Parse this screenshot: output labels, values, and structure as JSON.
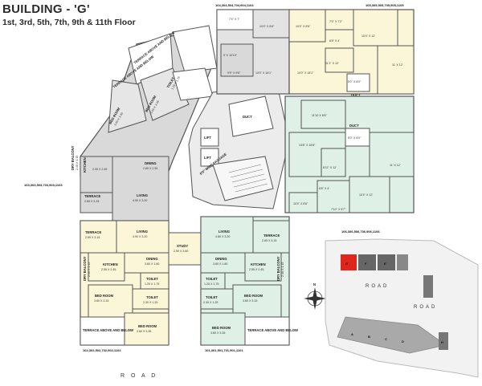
{
  "header": {
    "title": "BUILDING - 'G'",
    "subtitle": "1st, 3rd, 5th, 7th, 9th & 11th Floor"
  },
  "colors": {
    "flat_grey": "#d9d9d9",
    "flat_yellow": "#fbf6d8",
    "flat_green": "#dff0e6",
    "corridor": "#ececec",
    "wall": "#555555",
    "highlight_red": "#e0251b",
    "keyplan_grey": "#9a9a9a"
  },
  "unit_tags": {
    "top_center": "104,304,504,704,904,1104",
    "top_right": "105,305,505,705,905,1105",
    "left": "103,303,503,703,903,1103",
    "right": "106,306,506,706,906,1106",
    "bottom_left": "102,302,502,702,902,1102",
    "bottom_right": "101,301,501,701,901,1101"
  },
  "rooms": {
    "kitchen_l": {
      "name": "KITCHEN",
      "dim": "2.30 X 2.45"
    },
    "dry_balcony_l": {
      "name": "DRY BALCONY",
      "dim": "2.40 X 1.15"
    },
    "dining_l": {
      "name": "DINING",
      "dim": "2.80 X 2.50"
    },
    "terrace_l": {
      "name": "TERRACE",
      "dim": "2.65 X 3.15"
    },
    "living_l": {
      "name": "LIVING",
      "dim": "4.90 X 3.20"
    },
    "bed_a": {
      "name": "BED ROOM",
      "dim": "3.05 X 3.45"
    },
    "bed_b": {
      "name": "BED ROOM",
      "dim": "3.00 X 3.45"
    },
    "toilet_a": {
      "name": "TOILET",
      "dim": "1.20 X 1.75"
    },
    "terrace_above_a": "TERRACE ABOVE AND BELOW",
    "terrace_above_b": "TERRACE ABOVE AND BELOW",
    "lift": "LIFT",
    "duct": "DUCT",
    "passage": "8'0\" WIDE PASSAGE",
    "bl_living": {
      "name": "LIVING",
      "dim": "4.90 X 3.20"
    },
    "bl_terrace": {
      "name": "TERRACE",
      "dim": "2.65 X 3.15"
    },
    "bl_dry": {
      "name": "DRY BALCONY",
      "dim": "2.40 X 1.15"
    },
    "bl_kitchen": {
      "name": "KITCHEN",
      "dim": "2.55 X 2.45"
    },
    "bl_dining": {
      "name": "DINING",
      "dim": "3.60 X 1.80"
    },
    "bl_toilet1": {
      "name": "TOILET",
      "dim": "1.20 X 1.75"
    },
    "bl_toilet2": {
      "name": "TOILET",
      "dim": "2.30 X 1.25"
    },
    "bl_bed1": {
      "name": "BED ROOM",
      "dim": "3.60 X 3.15"
    },
    "bl_bed2": {
      "name": "BED ROOM",
      "dim": "3.60 X 3.35"
    },
    "bl_terrace_above": "TERRACE ABOVE AND BELOW",
    "study": {
      "name": "STUDY",
      "dim": "2.50 X 3.60"
    },
    "br_living": {
      "name": "LIVING",
      "dim": "4.80 X 3.20"
    },
    "br_terrace": {
      "name": "TERRACE",
      "dim": "2.65 X 3.15"
    },
    "br_dry": {
      "name": "DRY BALCONY",
      "dim": "2.40 X 1.15"
    },
    "br_kitchen": {
      "name": "KITCHEN",
      "dim": "2.55 X 2.45"
    },
    "br_dining": {
      "name": "DINING",
      "dim": "3.60 X 1.80"
    },
    "br_toilet1": {
      "name": "TOILET",
      "dim": "1.20 X 1.75"
    },
    "br_toilet2": {
      "name": "TOILET",
      "dim": "2.30 X 1.25"
    },
    "br_bed1": {
      "name": "BED ROOM",
      "dim": "3.60 X 3.15"
    },
    "br_bed2": {
      "name": "BED ROOM",
      "dim": "3.60 X 3.35"
    },
    "br_terrace_above": "TERRACE ABOVE AND BELOW",
    "tc_a": "7'4\" X 7'",
    "tc_b": "10'4\" X 8'6\"",
    "tc_c": "9'9\" X 9'6\"",
    "tc_d": "10'0\" X 16'1\"",
    "tc_e": "9' X 10'10\"",
    "tr_a": "10'4\" X 8'6\"",
    "tr_b": "7'0\" X 7'2\"",
    "tr_c": "10'4\" X 12'",
    "tr_d": "6'8\" X 4'",
    "tr_e": "11'1\" X 12'",
    "tr_f": "11' X 12'",
    "tr_g": "5'0\" X 6'0\"",
    "tr_h": "10'0\" X 16'1\"",
    "tr_duct": "DUCT",
    "rr_a": "11'10 X 8'6\"",
    "rr_b": "5'0\" X 6'0\"",
    "rr_c": "13'8\" X 16'8\"",
    "rr_d": "8'11\" X 12'",
    "rr_e": "11' X 12'",
    "rr_f": "6'8\" X 4'",
    "rr_g": "10'4\" X 12'",
    "rr_h": "7'10\" X 5'7\"",
    "rr_i": "10'4\" X 8'6\"",
    "rr_duct": "DUCT",
    "rt_terrace": "TERRACE ABOVE AND BELOW",
    "rt_a": "10'4\" X 8'6\""
  },
  "keyplan": {
    "blocks": [
      "G",
      "F",
      "E",
      "A",
      "B",
      "C",
      "D",
      "H"
    ],
    "road1": "ROAD",
    "road2": "ROAD",
    "north": "N"
  },
  "bottom_road": "R          O          A          D"
}
